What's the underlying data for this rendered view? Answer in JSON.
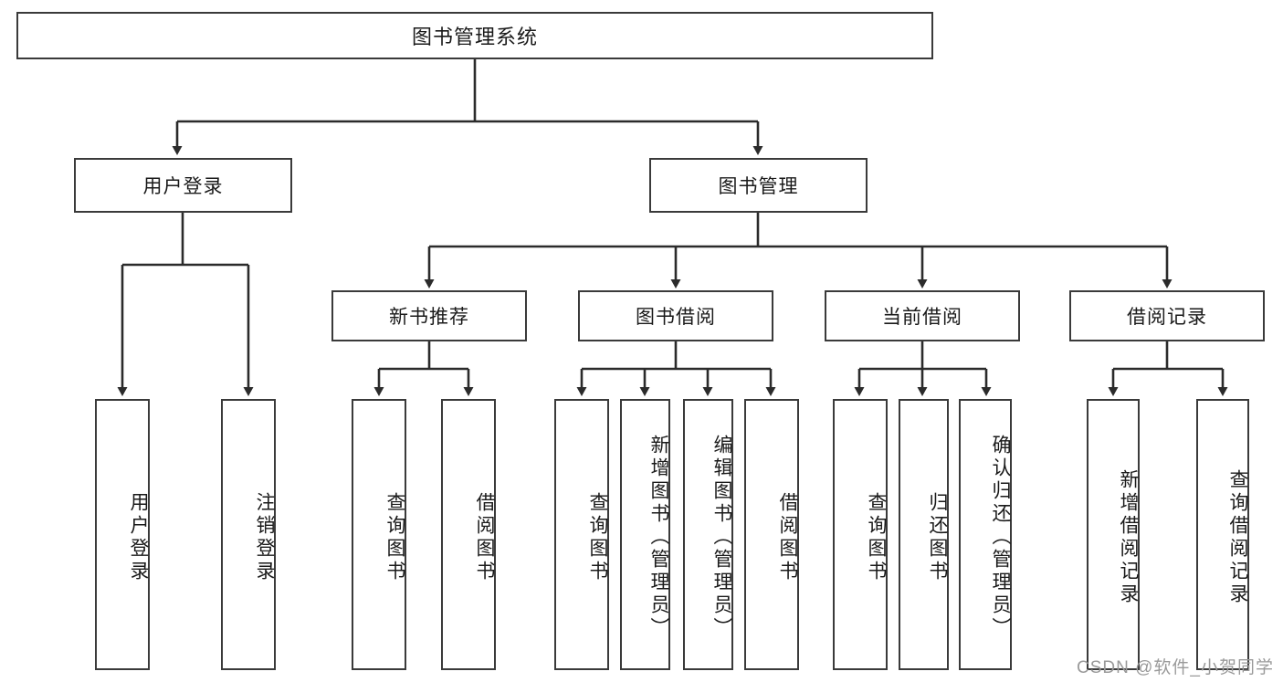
{
  "diagram": {
    "title": "图书管理系统",
    "type": "tree-hierarchy-chart",
    "root": {
      "label": "图书管理系统"
    },
    "level1": [
      {
        "label": "用户登录"
      },
      {
        "label": "图书管理"
      }
    ],
    "level2": [
      {
        "label": "新书推荐"
      },
      {
        "label": "图书借阅"
      },
      {
        "label": "当前借阅"
      },
      {
        "label": "借阅记录"
      }
    ],
    "leaves": [
      {
        "label": "用户登录",
        "parent": "用户登录"
      },
      {
        "label": "注销登录",
        "parent": "用户登录"
      },
      {
        "label": "查询图书",
        "parent": "新书推荐"
      },
      {
        "label": "借阅图书",
        "parent": "新书推荐"
      },
      {
        "label": "查询图书",
        "parent": "图书借阅"
      },
      {
        "label": "新增图书（管理员）",
        "parent": "图书借阅"
      },
      {
        "label": "编辑图书（管理员）",
        "parent": "图书借阅"
      },
      {
        "label": "借阅图书",
        "parent": "图书借阅"
      },
      {
        "label": "查询图书",
        "parent": "当前借阅"
      },
      {
        "label": "归还图书",
        "parent": "当前借阅"
      },
      {
        "label": "确认归还（管理员）",
        "parent": "当前借阅"
      },
      {
        "label": "新增借阅记录",
        "parent": "借阅记录"
      },
      {
        "label": "查询借阅记录",
        "parent": "借阅记录"
      }
    ]
  },
  "watermark": {
    "text": "CSDN @软件_小贺同学"
  },
  "colors": {
    "box_border": "#3a3a3a",
    "box_fill": "#ffffff",
    "connector": "#2b2b2b",
    "text": "#1a1a1a",
    "watermark": "#9a9a9a",
    "background": "#ffffff"
  }
}
